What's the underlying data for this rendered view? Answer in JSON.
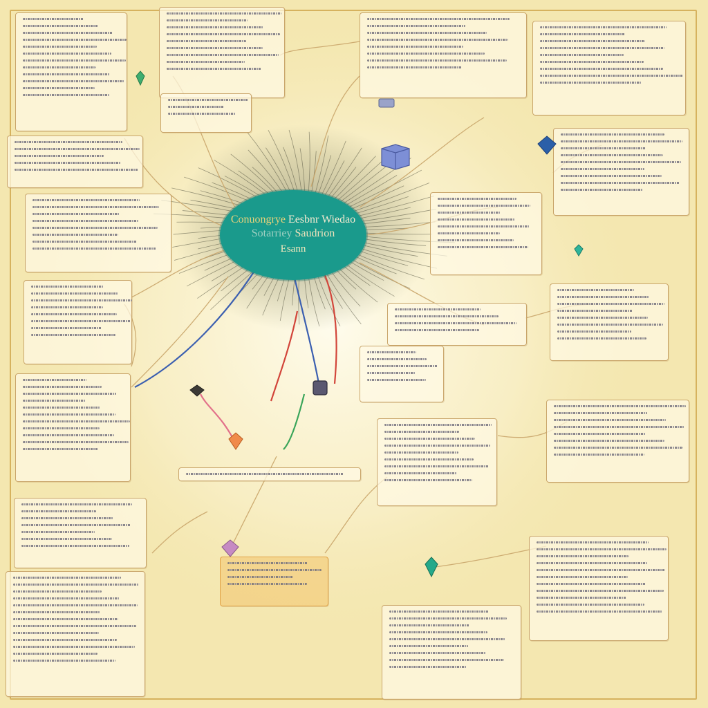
{
  "diagram": {
    "central_node": {
      "line1a": "Conuongrye",
      "line1b": "Eesbnr Wiedao",
      "line2a": "Sotarriey",
      "line2b": "Saudrion",
      "line3": "Esann"
    },
    "colors": {
      "background": "#f4e7b0",
      "central_node": "#1a9a8c",
      "note_border": "#c9a56a",
      "connector_blue": "#3b5fb0",
      "connector_red": "#d2453a",
      "connector_green": "#3aa55a",
      "connector_tan": "#c9a56a"
    },
    "icons": [
      "green-gem-icon",
      "blue-gem-icon",
      "teal-gem-icon",
      "orange-gem-icon",
      "purple-gem-icon",
      "dark-gem-icon",
      "box-icon"
    ]
  }
}
